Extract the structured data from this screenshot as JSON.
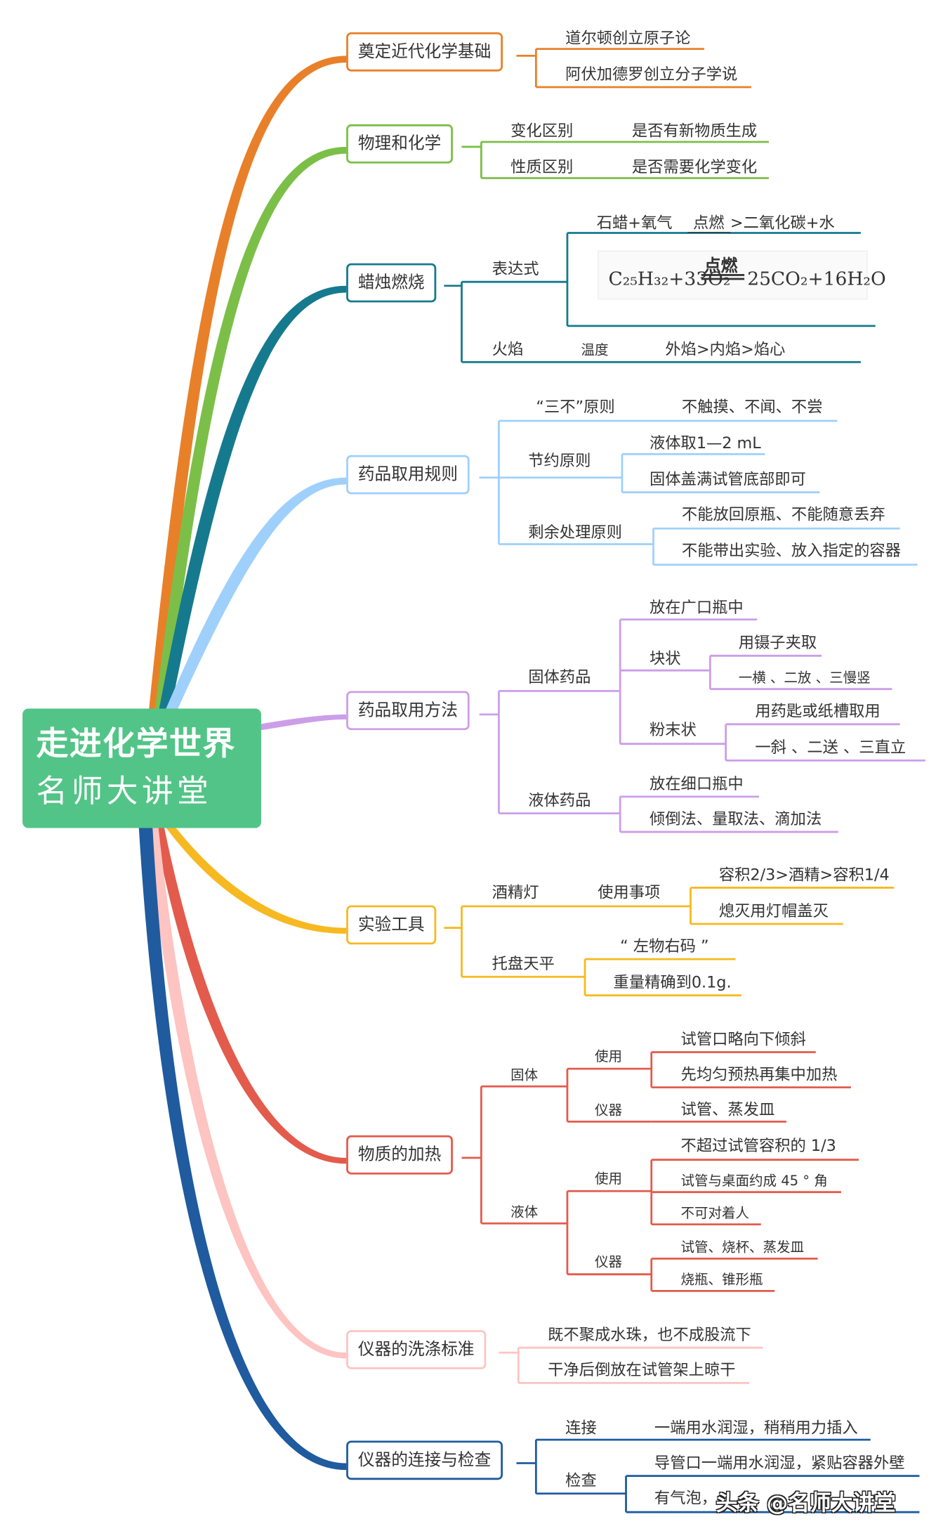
{
  "root": {
    "title": "走进化学世界",
    "subtitle": "名师大讲堂"
  },
  "colors": {
    "orange": "#e8802a",
    "green": "#7cbf48",
    "teal": "#167a8e",
    "lightblue": "#9fd0fb",
    "lilac": "#cc9ee8",
    "yellow": "#f7b921",
    "red": "#e35b4c",
    "pink": "#fdc4c2",
    "navy": "#1f5b9e",
    "root_bg": "#52c487"
  },
  "branches": {
    "b1": {
      "title": "奠定近代化学基础",
      "items": [
        "道尔顿创立原子论",
        "阿伏加德罗创立分子学说"
      ]
    },
    "b2": {
      "title": "物理和化学",
      "rows": [
        {
          "k": "变化区别",
          "v": "是否有新物质生成"
        },
        {
          "k": "性质区别",
          "v": "是否需要化学变化"
        }
      ]
    },
    "b3": {
      "title": "蜡烛燃烧",
      "expr_label": "表达式",
      "word_eq_left": "石蜡+氧气",
      "word_eq_cond": "点燃",
      "word_eq_right": ">二氧化碳+水",
      "formula_lhs": "C₂₅H₃₂+33O₂",
      "formula_cond": "点燃",
      "formula_rhs": "25CO₂+16H₂O",
      "flame": "火焰",
      "temp": "温度",
      "temp_order": "外焰>内焰>焰心"
    },
    "b4": {
      "title": "药品取用规则",
      "r1": "“三不”原则",
      "r1v": "不触摸、不闻、不尝",
      "r2": "节约原则",
      "r2a": "液体取1—2  mL",
      "r2b": "固体盖满试管底部即可",
      "r3": "剩余处理原则",
      "r3a": "不能放回原瓶、不能随意丢弃",
      "r3b": "不能带出实验、放入指定的容器"
    },
    "b5": {
      "title": "药品取用方法",
      "solid": "固体药品",
      "s1": "放在广口瓶中",
      "block": "块状",
      "block_a": "用镊子夹取",
      "block_b": "一横  、二放  、三慢竖",
      "powder": "粉末状",
      "powder_a": "用药匙或纸槽取用",
      "powder_b": "一斜  、二送  、三直立",
      "liquid": "液体药品",
      "l1": "放在细口瓶中",
      "l2": "倾倒法、量取法、滴加法"
    },
    "b6": {
      "title": "实验工具",
      "lamp": "酒精灯",
      "usage": "使用事项",
      "lamp_a": "容积2/3>酒精>容积1/4",
      "lamp_b": "熄灭用灯帽盖灭",
      "balance": "托盘天平",
      "bal_a": "“  左物右码  ”",
      "bal_b": "重量精确到0.1g."
    },
    "b7": {
      "title": "物质的加热",
      "solid": "固体",
      "use": "使用",
      "instr": "仪器",
      "s_use_a": "试管口略向下倾斜",
      "s_use_b": "先均匀预热再集中加热",
      "s_instr": "试管、蒸发皿",
      "liquid": "液体",
      "l_use_a": "不超过试管容积的  1/3",
      "l_use_b": "试管与桌面约成  45 ° 角",
      "l_use_c": "不可对着人",
      "l_instr_a": "试管、烧杯、蒸发皿",
      "l_instr_b": "烧瓶、锥形瓶"
    },
    "b8": {
      "title": "仪器的洗涤标准",
      "a": "既不聚成水珠，也不成股流下",
      "b": "干净后倒放在试管架上晾干"
    },
    "b9": {
      "title": "仪器的连接与检查",
      "conn": "连接",
      "conn_v": "一端用水润湿，稍稍用力插入",
      "check": "检查",
      "check_a": "导管口一端用水润湿，紧贴容器外壁",
      "check_b": "有气泡，"
    }
  },
  "watermark": "头条 @名师大讲堂"
}
